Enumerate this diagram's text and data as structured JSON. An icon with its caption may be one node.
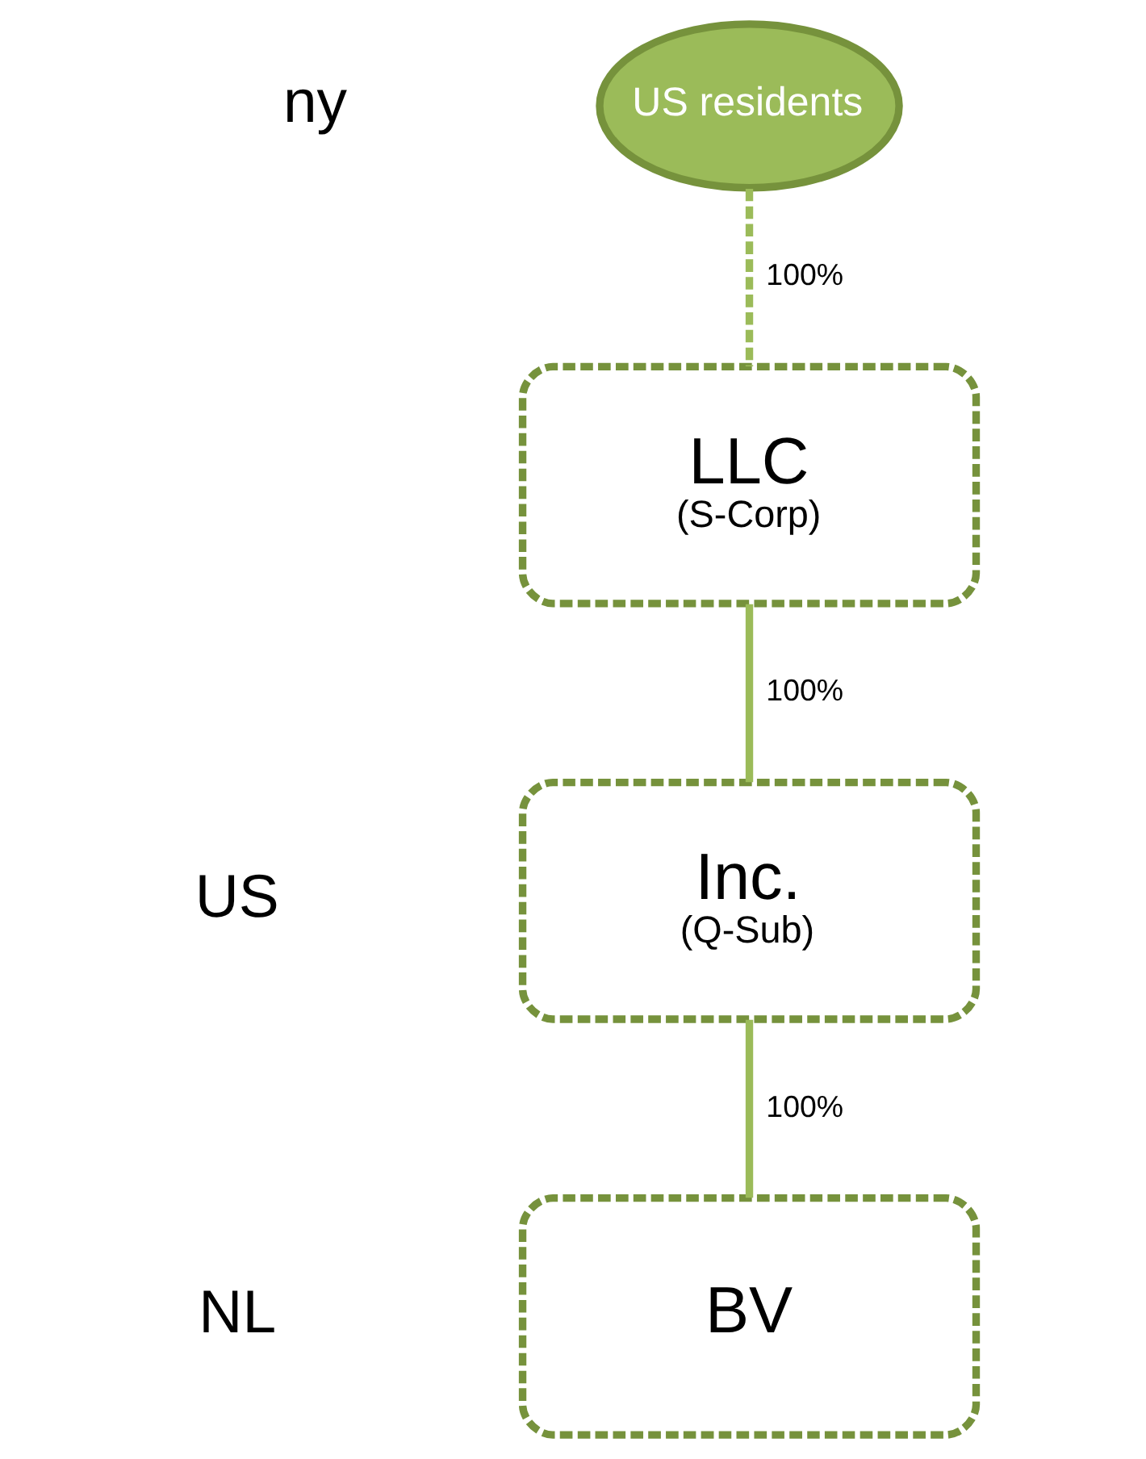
{
  "diagram": {
    "nodes": [
      {
        "text": [
          "US residents"
        ]
      },
      {
        "text": [
          "LLC",
          "(S-Corp)"
        ]
      },
      {
        "text": [
          "Inc.",
          "(Q-Sub)"
        ]
      },
      {
        "text": [
          "BV"
        ]
      }
    ],
    "edges": [
      {
        "from": 0,
        "to": 1,
        "arrow": "none",
        "label": "100%",
        "style": "dashed"
      },
      {
        "from": 1,
        "to": 2,
        "arrow": "none",
        "label": "100%"
      },
      {
        "from": 2,
        "to": 3,
        "arrow": "none",
        "label": "100%"
      }
    ],
    "labels": [
      "ny",
      "US",
      "NL"
    ]
  }
}
